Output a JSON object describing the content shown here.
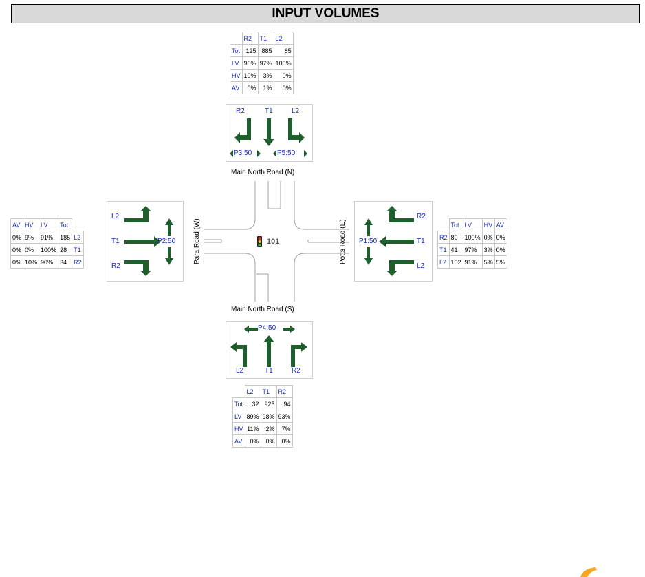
{
  "title": "INPUT VOLUMES",
  "site_id": "101",
  "roads": {
    "north": "Main North Road (N)",
    "south": "Main North Road (S)",
    "west": "Para Road (W)",
    "east": "Potts Road (E)"
  },
  "north": {
    "headers": [
      "R2",
      "T1",
      "L2"
    ],
    "rows": [
      {
        "label": "Tot",
        "values": [
          "125",
          "885",
          "85"
        ]
      },
      {
        "label": "LV",
        "values": [
          "90%",
          "97%",
          "100%"
        ]
      },
      {
        "label": "HV",
        "values": [
          "10%",
          "3%",
          "0%"
        ]
      },
      {
        "label": "AV",
        "values": [
          "0%",
          "1%",
          "0%"
        ]
      }
    ],
    "movements": [
      "R2",
      "T1",
      "L2"
    ],
    "peds": [
      "P3:50",
      "P5:50"
    ]
  },
  "south": {
    "headers": [
      "L2",
      "T1",
      "R2"
    ],
    "rows": [
      {
        "label": "Tot",
        "values": [
          "32",
          "925",
          "94"
        ]
      },
      {
        "label": "LV",
        "values": [
          "89%",
          "98%",
          "93%"
        ]
      },
      {
        "label": "HV",
        "values": [
          "11%",
          "2%",
          "7%"
        ]
      },
      {
        "label": "AV",
        "values": [
          "0%",
          "0%",
          "0%"
        ]
      }
    ],
    "movements": [
      "L2",
      "T1",
      "R2"
    ],
    "peds": [
      "P4:50"
    ]
  },
  "west": {
    "headers": [
      "AV",
      "HV",
      "LV",
      "Tot",
      ""
    ],
    "rows": [
      {
        "label": "L2",
        "values": [
          "0%",
          "9%",
          "91%",
          "185"
        ]
      },
      {
        "label": "T1",
        "values": [
          "0%",
          "0%",
          "100%",
          "28"
        ]
      },
      {
        "label": "R2",
        "values": [
          "0%",
          "10%",
          "90%",
          "34"
        ]
      }
    ],
    "movements": [
      "L2",
      "T1",
      "R2"
    ],
    "peds": [
      "P2:50"
    ]
  },
  "east": {
    "headers": [
      "",
      "Tot",
      "LV",
      "HV",
      "AV"
    ],
    "rows": [
      {
        "label": "R2",
        "values": [
          "80",
          "100%",
          "0%",
          "0%"
        ]
      },
      {
        "label": "T1",
        "values": [
          "41",
          "97%",
          "3%",
          "0%"
        ]
      },
      {
        "label": "L2",
        "values": [
          "102",
          "91%",
          "5%",
          "5%"
        ]
      }
    ],
    "movements": [
      "R2",
      "T1",
      "L2"
    ],
    "peds": [
      "P1:50"
    ]
  },
  "colors": {
    "arrow": "#1f5f2e",
    "label": "#1b2cc1",
    "road": "#a0a0a0"
  }
}
